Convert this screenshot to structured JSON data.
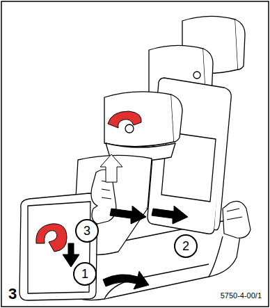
{
  "diagram": {
    "nodes": [
      {
        "text": [
          "3"
        ]
      },
      {
        "text": [
          "2"
        ]
      },
      {
        "text": [
          "1"
        ]
      }
    ],
    "labels": [
      "3",
      "5750-4-00/1"
    ]
  }
}
